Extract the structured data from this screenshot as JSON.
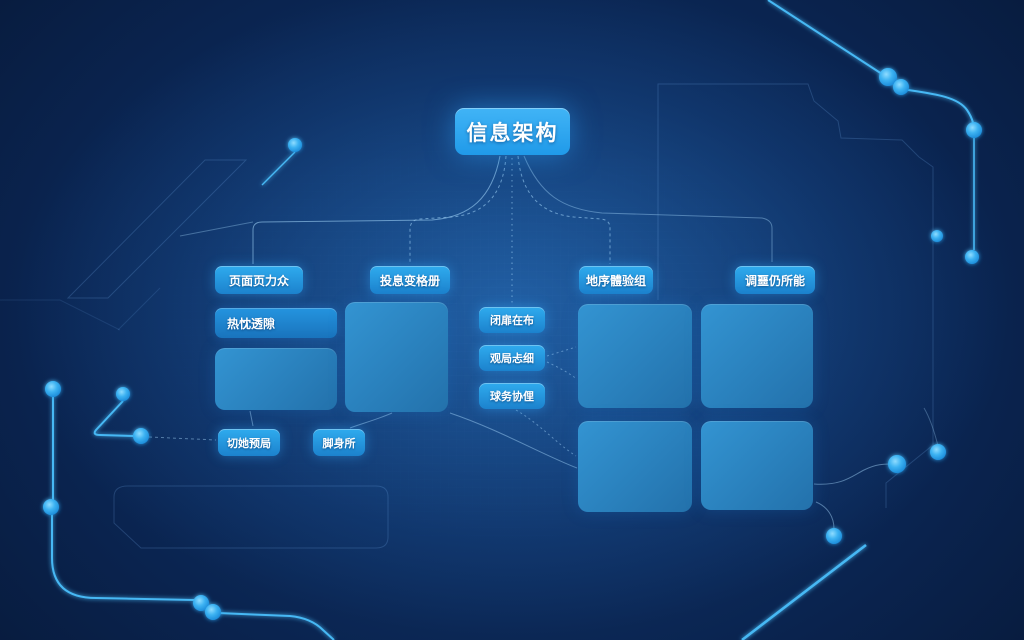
{
  "palette": {
    "background_edge": "#050f23",
    "background_center": "#133c74",
    "accent": "#2aa6ef",
    "panel_fill": "#2e8cc8",
    "circuit_line": "#46b8f4",
    "text": "#ffffff"
  },
  "root": {
    "label": "信息架构"
  },
  "level2": [
    {
      "label": "页面页力众"
    },
    {
      "label": "投息变格册"
    },
    {
      "label": "地序體验组"
    },
    {
      "label": "调噩仍所能"
    }
  ],
  "left_group": {
    "bar_label": "热忱透隙"
  },
  "center_group": [
    {
      "label": "闭扉在布"
    },
    {
      "label": "观局忐细"
    },
    {
      "label": "球务协俚"
    }
  ],
  "bottom_group": [
    {
      "label": "切她预局"
    },
    {
      "label": "脚身所"
    }
  ]
}
